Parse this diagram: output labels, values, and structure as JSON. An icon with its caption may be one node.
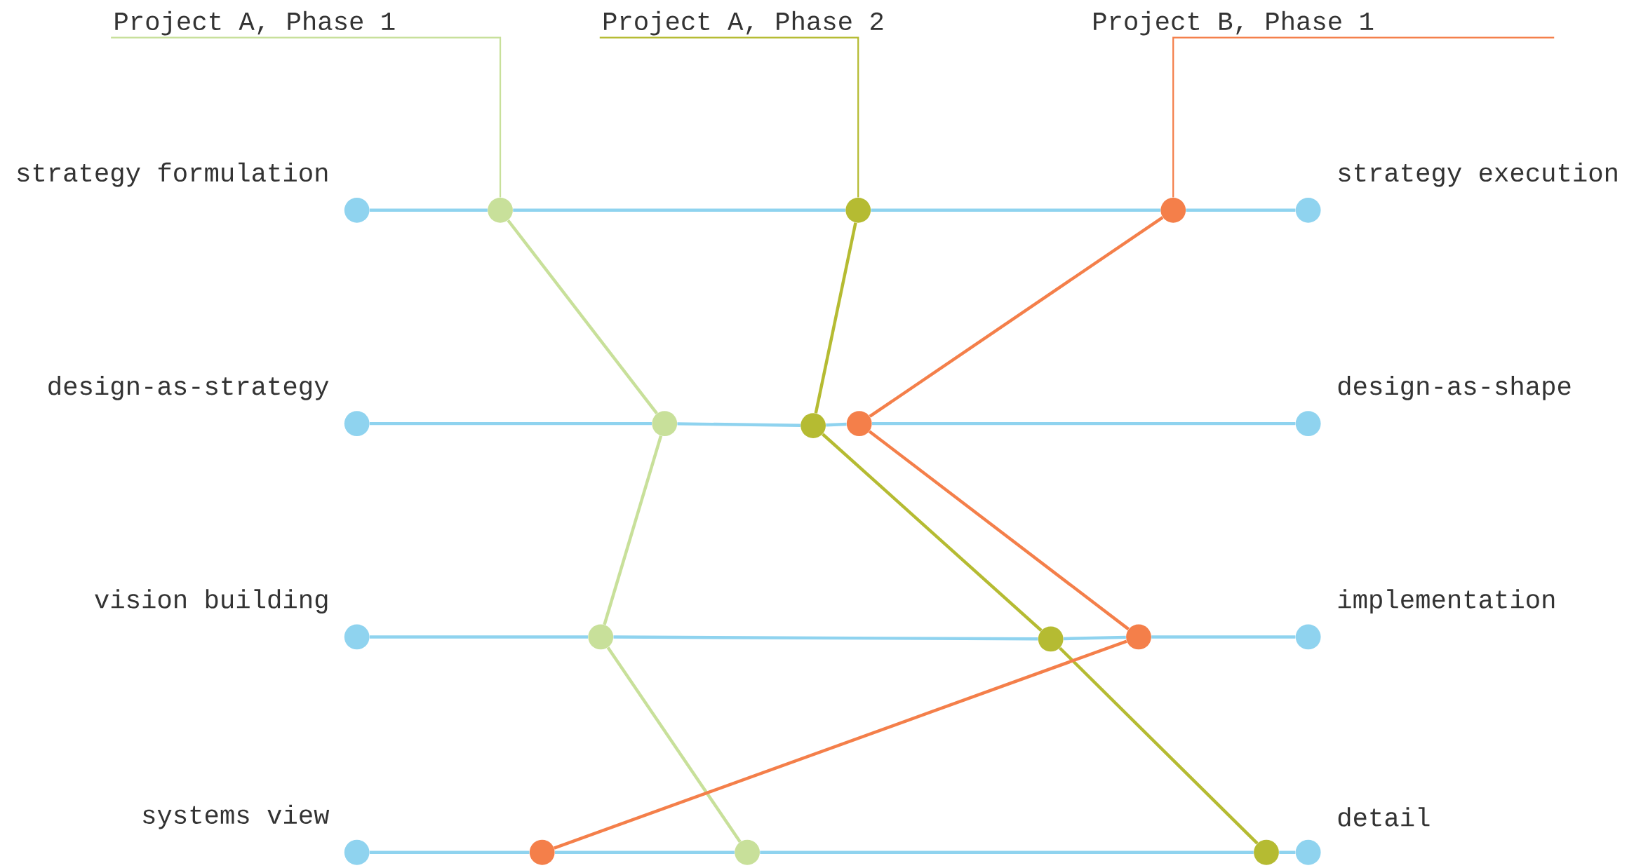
{
  "diagram": {
    "nodes": [
      {
        "text": [
          "Project A, Phase 1"
        ]
      },
      {
        "text": [
          "Project A, Phase 2"
        ]
      },
      {
        "text": [
          "Project B, Phase 1"
        ]
      },
      {
        "text": [],
        "shape": "circle",
        "beside": [
          "strategy formulation"
        ]
      },
      {
        "text": [],
        "shape": "circle"
      },
      {
        "text": [],
        "shape": "circle"
      },
      {
        "text": [],
        "shape": "circle"
      },
      {
        "text": [],
        "shape": "circle",
        "beside": [
          "strategy execution"
        ]
      },
      {
        "text": [],
        "shape": "circle",
        "beside": [
          "design-as-strategy"
        ]
      },
      {
        "text": [],
        "shape": "circle"
      },
      {
        "text": [],
        "shape": "circle"
      },
      {
        "text": [],
        "shape": "circle"
      },
      {
        "text": [],
        "shape": "circle",
        "beside": [
          "design-as-shape"
        ]
      },
      {
        "text": [],
        "shape": "circle",
        "beside": [
          "vision building"
        ]
      },
      {
        "text": [],
        "shape": "circle"
      },
      {
        "text": [],
        "shape": "circle"
      },
      {
        "text": [],
        "shape": "circle"
      },
      {
        "text": [],
        "shape": "circle",
        "beside": [
          "implementation"
        ]
      },
      {
        "text": [],
        "shape": "circle",
        "beside": [
          "systems view"
        ]
      },
      {
        "text": [],
        "shape": "circle"
      },
      {
        "text": [],
        "shape": "circle"
      },
      {
        "text": [],
        "shape": "circle"
      },
      {
        "text": [],
        "shape": "circle",
        "beside": [
          "detail"
        ]
      }
    ],
    "edges": [
      {
        "from": 3,
        "to": 4,
        "arrow": "none",
        "color": "#8fd3ef"
      },
      {
        "from": 4,
        "to": 5,
        "arrow": "none",
        "color": "#8fd3ef"
      },
      {
        "from": 5,
        "to": 6,
        "arrow": "none",
        "color": "#8fd3ef"
      },
      {
        "from": 6,
        "to": 7,
        "arrow": "none",
        "color": "#8fd3ef"
      },
      {
        "from": 8,
        "to": 9,
        "arrow": "none",
        "color": "#8fd3ef"
      },
      {
        "from": 9,
        "to": 10,
        "arrow": "none",
        "color": "#8fd3ef"
      },
      {
        "from": 10,
        "to": 11,
        "arrow": "none",
        "color": "#8fd3ef"
      },
      {
        "from": 11,
        "to": 12,
        "arrow": "none",
        "color": "#8fd3ef"
      },
      {
        "from": 13,
        "to": 14,
        "arrow": "none",
        "color": "#8fd3ef"
      },
      {
        "from": 14,
        "to": 15,
        "arrow": "none",
        "color": "#8fd3ef"
      },
      {
        "from": 15,
        "to": 16,
        "arrow": "none",
        "color": "#8fd3ef"
      },
      {
        "from": 16,
        "to": 17,
        "arrow": "none",
        "color": "#8fd3ef"
      },
      {
        "from": 18,
        "to": 19,
        "arrow": "none",
        "color": "#8fd3ef"
      },
      {
        "from": 19,
        "to": 20,
        "arrow": "none",
        "color": "#8fd3ef"
      },
      {
        "from": 20,
        "to": 21,
        "arrow": "none",
        "color": "#8fd3ef"
      },
      {
        "from": 21,
        "to": 22,
        "arrow": "none",
        "color": "#8fd3ef"
      },
      {
        "from": 0,
        "to": 4,
        "arrow": "none",
        "color": "#c8e09a"
      },
      {
        "from": 1,
        "to": 5,
        "arrow": "none",
        "color": "#b5bb32"
      },
      {
        "from": 6,
        "to": 2,
        "arrow": "none",
        "color": "#f47f4a"
      },
      {
        "from": 4,
        "to": 9,
        "arrow": "none",
        "color": "#c8e09a"
      },
      {
        "from": 9,
        "to": 14,
        "arrow": "none",
        "color": "#c8e09a"
      },
      {
        "from": 14,
        "to": 20,
        "arrow": "none",
        "color": "#c8e09a"
      },
      {
        "from": 5,
        "to": 10,
        "arrow": "none",
        "color": "#b5bb32"
      },
      {
        "from": 10,
        "to": 15,
        "arrow": "none",
        "color": "#b5bb32"
      },
      {
        "from": 15,
        "to": 21,
        "arrow": "none",
        "color": "#b5bb32"
      },
      {
        "from": 6,
        "to": 11,
        "arrow": "none",
        "color": "#f47f4a"
      },
      {
        "from": 11,
        "to": 16,
        "arrow": "none",
        "color": "#f47f4a"
      },
      {
        "from": 16,
        "to": 19,
        "arrow": "none",
        "color": "#f47f4a"
      }
    ]
  }
}
